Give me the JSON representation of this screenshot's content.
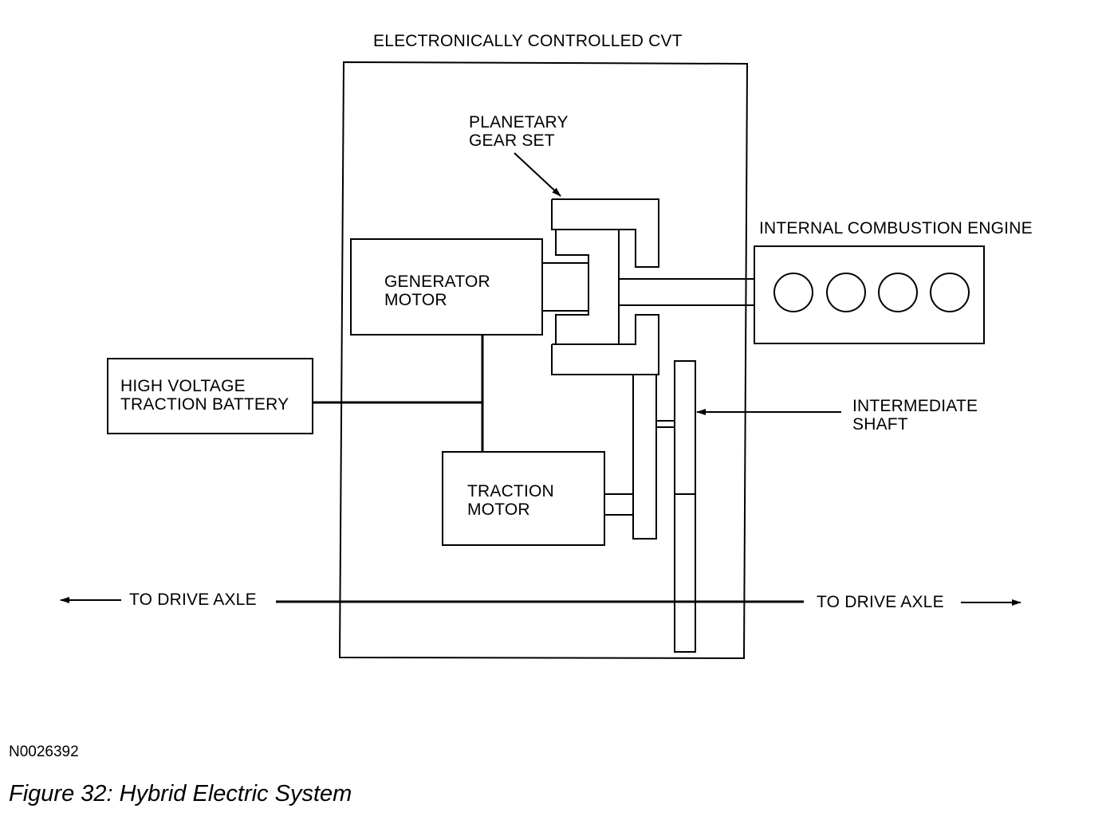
{
  "diagram": {
    "cvt_label": "ELECTRONICALLY CONTROLLED CVT",
    "planetary_label": "PLANETARY\nGEAR SET",
    "engine_label": "INTERNAL COMBUSTION ENGINE",
    "generator_label": "GENERATOR\nMOTOR",
    "battery_label": "HIGH VOLTAGE\nTRACTION BATTERY",
    "intermediate_label": "INTERMEDIATE\nSHAFT",
    "traction_label": "TRACTION\nMOTOR",
    "axle_left_label": "TO DRIVE AXLE",
    "axle_right_label": "TO DRIVE AXLE"
  },
  "footer": {
    "ref_code": "N0026392",
    "caption": "Figure 32: Hybrid Electric System"
  }
}
